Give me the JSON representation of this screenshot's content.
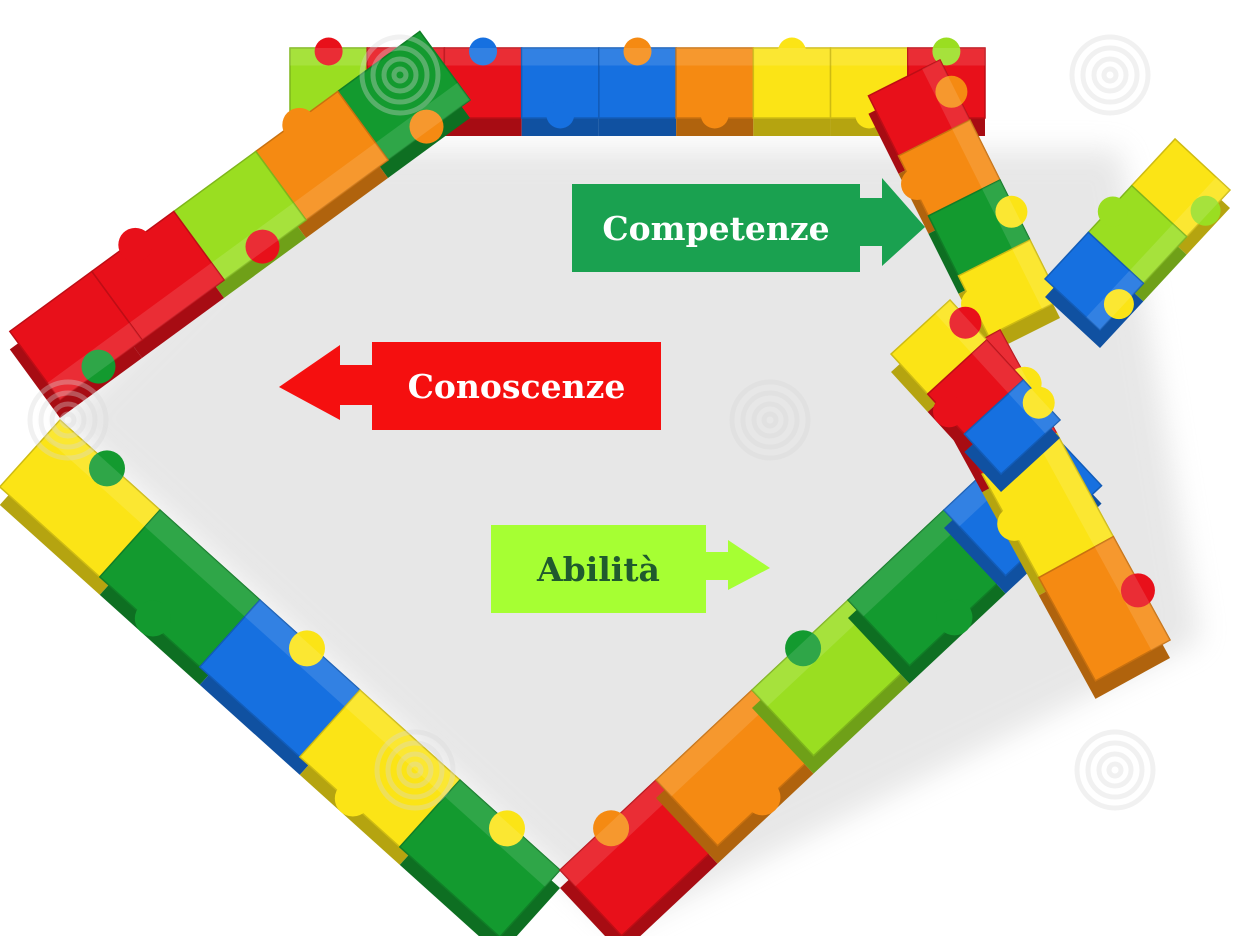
{
  "labels": {
    "competenze": "Competenze",
    "conoscenze": "Conoscenze",
    "abilita": "Abilità"
  },
  "colors": {
    "competenze_bg": "#1aa150",
    "conoscenze_bg": "#f50f0f",
    "abilita_bg": "#a6ff33",
    "abilita_text": "#205a2e",
    "puzzle_red": "#e8101a",
    "puzzle_orange": "#f58a12",
    "puzzle_yellow": "#fbe416",
    "puzzle_lime": "#9ade21",
    "puzzle_green": "#139a2f",
    "puzzle_blue": "#1670e0"
  },
  "watermark": "dreamstime"
}
